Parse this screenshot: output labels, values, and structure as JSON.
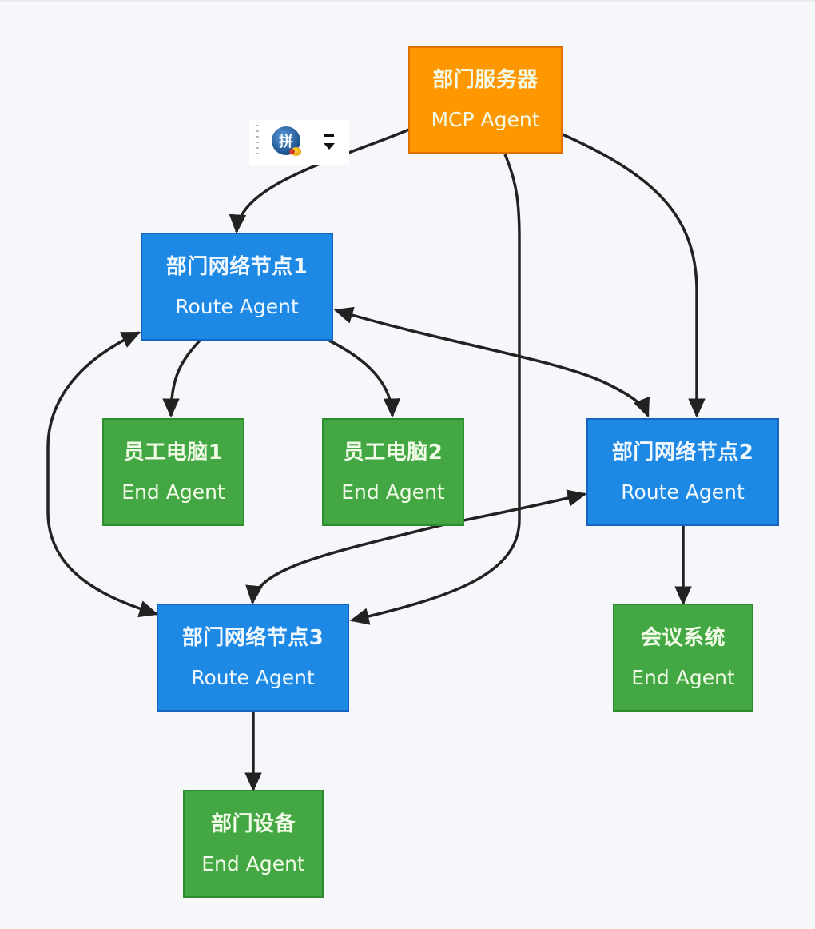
{
  "diagram": {
    "type": "network-topology",
    "colors": {
      "background": "#f5f7fa",
      "mcp_node": "#ff9700",
      "route_node": "#1e88e5",
      "end_node": "#43a843",
      "edge": "#222222"
    },
    "nodes": {
      "server": {
        "title": "部门服务器",
        "role": "MCP Agent"
      },
      "route1": {
        "title": "部门网络节点1",
        "role": "Route Agent"
      },
      "route2": {
        "title": "部门网络节点2",
        "role": "Route Agent"
      },
      "route3": {
        "title": "部门网络节点3",
        "role": "Route Agent"
      },
      "pc1": {
        "title": "员工电脑1",
        "role": "End Agent"
      },
      "pc2": {
        "title": "员工电脑2",
        "role": "End Agent"
      },
      "meeting": {
        "title": "会议系统",
        "role": "End Agent"
      },
      "device": {
        "title": "部门设备",
        "role": "End Agent"
      }
    },
    "edges": [
      {
        "from": "server",
        "to": "route1",
        "direction": "forward"
      },
      {
        "from": "server",
        "to": "route2",
        "direction": "forward"
      },
      {
        "from": "server",
        "to": "route3",
        "direction": "forward"
      },
      {
        "from": "route1",
        "to": "pc1",
        "direction": "forward"
      },
      {
        "from": "route1",
        "to": "pc2",
        "direction": "forward"
      },
      {
        "from": "route1",
        "to": "route2",
        "direction": "both"
      },
      {
        "from": "route1",
        "to": "route3",
        "direction": "both"
      },
      {
        "from": "route2",
        "to": "route3",
        "direction": "both"
      },
      {
        "from": "route2",
        "to": "meeting",
        "direction": "forward"
      },
      {
        "from": "route3",
        "to": "device",
        "direction": "forward"
      }
    ]
  },
  "toolbar": {
    "logo_glyph": "拼",
    "icons": [
      "grip-handle-icon",
      "app-logo-icon",
      "menu-dropdown-icon"
    ]
  }
}
